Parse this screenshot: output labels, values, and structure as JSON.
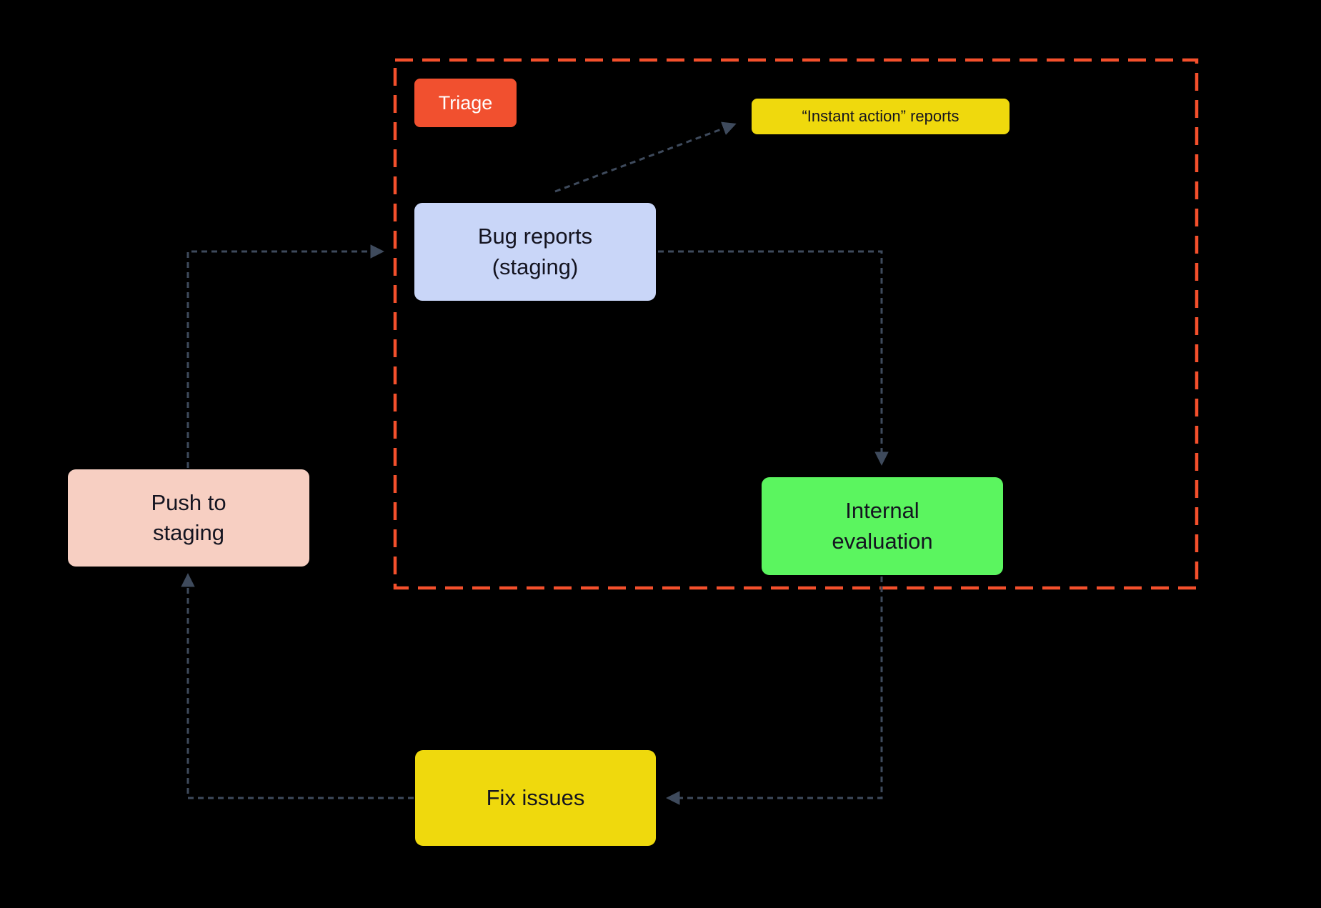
{
  "canvas": {
    "background": "#000000"
  },
  "group": {
    "label": "Triage",
    "border_color": "#F4502C",
    "label_bg": "#F1502F",
    "label_text_color": "#FFFFFF"
  },
  "nodes": {
    "instant": {
      "label": "“Instant action” reports",
      "bg": "#EFD90D",
      "text_color": "#141420"
    },
    "bug": {
      "label": "Bug reports\n(staging)",
      "bg": "#C9D6F8",
      "text_color": "#141420"
    },
    "internal": {
      "label": "Internal\nevaluation",
      "bg": "#5BF55F",
      "text_color": "#141420"
    },
    "push": {
      "label": "Push to\nstaging",
      "bg": "#F7CFC2",
      "text_color": "#141420"
    },
    "fix": {
      "label": "Fix issues",
      "bg": "#EFD90D",
      "text_color": "#141420"
    }
  },
  "edges": [
    {
      "from": "push",
      "to": "bug",
      "style": "dashed"
    },
    {
      "from": "bug",
      "to": "instant",
      "style": "dashed"
    },
    {
      "from": "bug",
      "to": "internal",
      "style": "dashed"
    },
    {
      "from": "internal",
      "to": "fix",
      "style": "dashed"
    },
    {
      "from": "fix",
      "to": "push",
      "style": "dashed"
    }
  ],
  "edge_style": {
    "color": "#3E4A5C"
  }
}
